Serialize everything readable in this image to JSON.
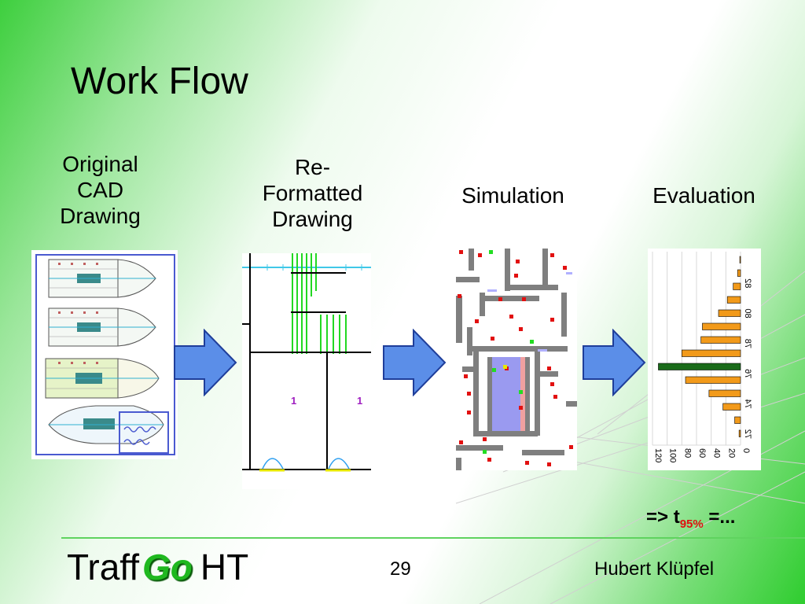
{
  "slide": {
    "title": "Work Flow",
    "steps": [
      {
        "label_lines": [
          "Original",
          "CAD",
          "Drawing"
        ]
      },
      {
        "label_lines": [
          "Re-",
          "Formatted",
          "Drawing"
        ]
      },
      {
        "label_lines": [
          "Simulation"
        ]
      },
      {
        "label_lines": [
          "Evaluation"
        ]
      }
    ],
    "result": {
      "prefix": "=> t",
      "subscript": "95%",
      "suffix": " =..."
    },
    "footer": {
      "brand_prefix": "Traff",
      "brand_go": "Go",
      "brand_suffix": "HT",
      "page_number": "29",
      "author": "Hubert Klüpfel"
    },
    "colors": {
      "arrow_fill": "#5b8ee8",
      "arrow_stroke": "#1f3e9a",
      "histogram_bar": "#f29a1a",
      "histogram_highlight": "#1a6b1a",
      "brand_green": "#1fb81f",
      "subscript_red": "#e01010"
    }
  },
  "chart_data": {
    "type": "bar",
    "orientation": "horizontal",
    "value_ticks": [
      "120",
      "100",
      "80",
      "60",
      "40",
      "20",
      "0"
    ],
    "category_ticks": [
      "72",
      "74",
      "76",
      "78",
      "80",
      "82"
    ],
    "values": [
      1,
      4,
      10,
      18,
      30,
      52,
      54,
      80,
      112,
      75,
      43,
      24,
      8,
      2
    ],
    "highlight_index": 8,
    "xlim": [
      0,
      120
    ]
  }
}
